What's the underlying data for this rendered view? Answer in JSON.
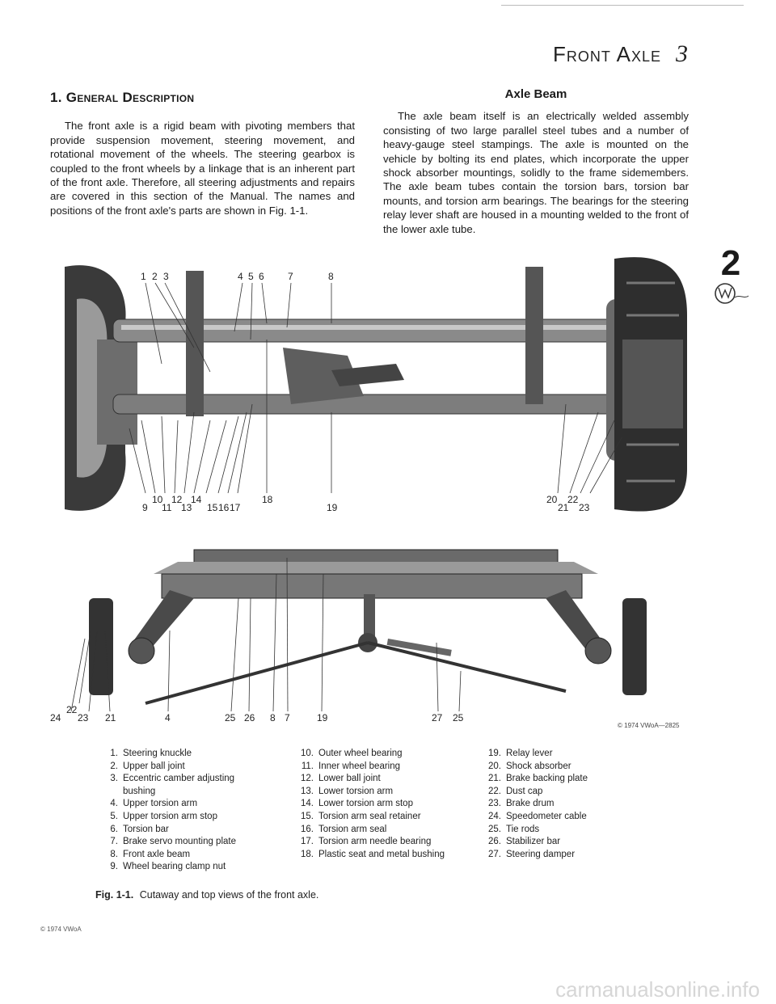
{
  "header": {
    "title": "Front Axle",
    "page_number": "3"
  },
  "section": {
    "title": "1. General Description",
    "body": "The front axle is a rigid beam with pivoting members that provide suspension movement, steering movement, and rotational movement of the wheels. The steering gearbox is coupled to the front wheels by a linkage that is an inherent part of the front axle. Therefore, all steering adjustments and repairs are covered in this section of the Manual. The names and positions of the front axle's parts are shown in Fig. 1-1."
  },
  "subsection": {
    "title": "Axle Beam",
    "body": "The axle beam itself is an electrically welded assembly consisting of two large parallel steel tubes and a number of heavy-gauge steel stampings. The axle is mounted on the vehicle by bolting its end plates, which incorporate the upper shock absorber mountings, solidly to the frame sidemembers. The axle beam tubes contain the torsion bars, torsion bar mounts, and torsion arm bearings. The bearings for the steering relay lever shaft are housed in a mounting welded to the front of the lower axle tube."
  },
  "chapter_tab": {
    "number": "2",
    "logo": "vw-logo-icon"
  },
  "figure": {
    "credit": "© 1974 VWoA—2825",
    "top_view_callouts": [
      "1",
      "2",
      "3",
      "4",
      "5",
      "6",
      "7",
      "8",
      "9",
      "10",
      "11",
      "12",
      "13",
      "14",
      "15",
      "16",
      "17",
      "18",
      "19",
      "20",
      "21",
      "22",
      "23"
    ],
    "bottom_view_callouts": [
      "24",
      "22",
      "23",
      "21",
      "4",
      "25",
      "26",
      "8",
      "7",
      "19",
      "27",
      "25"
    ]
  },
  "legend": [
    [
      {
        "n": "1.",
        "t": "Steering knuckle"
      },
      {
        "n": "2.",
        "t": "Upper ball joint"
      },
      {
        "n": "3.",
        "t": "Eccentric camber adjusting bushing"
      },
      {
        "n": "4.",
        "t": "Upper torsion arm"
      },
      {
        "n": "5.",
        "t": "Upper torsion arm stop"
      },
      {
        "n": "6.",
        "t": "Torsion bar"
      },
      {
        "n": "7.",
        "t": "Brake servo mounting plate"
      },
      {
        "n": "8.",
        "t": "Front axle beam"
      },
      {
        "n": "9.",
        "t": "Wheel bearing clamp nut"
      }
    ],
    [
      {
        "n": "10.",
        "t": "Outer wheel bearing"
      },
      {
        "n": "11.",
        "t": "Inner wheel bearing"
      },
      {
        "n": "12.",
        "t": "Lower ball joint"
      },
      {
        "n": "13.",
        "t": "Lower torsion arm"
      },
      {
        "n": "14.",
        "t": "Lower torsion arm stop"
      },
      {
        "n": "15.",
        "t": "Torsion arm seal retainer"
      },
      {
        "n": "16.",
        "t": "Torsion arm seal"
      },
      {
        "n": "17.",
        "t": "Torsion arm needle bearing"
      },
      {
        "n": "18.",
        "t": "Plastic seat and metal bushing"
      }
    ],
    [
      {
        "n": "19.",
        "t": "Relay lever"
      },
      {
        "n": "20.",
        "t": "Shock absorber"
      },
      {
        "n": "21.",
        "t": "Brake backing plate"
      },
      {
        "n": "22.",
        "t": "Dust cap"
      },
      {
        "n": "23.",
        "t": "Brake drum"
      },
      {
        "n": "24.",
        "t": "Speedometer cable"
      },
      {
        "n": "25.",
        "t": "Tie rods"
      },
      {
        "n": "26.",
        "t": "Stabilizer bar"
      },
      {
        "n": "27.",
        "t": "Steering damper"
      }
    ]
  ],
  "caption": {
    "label": "Fig. 1-1.",
    "text": "Cutaway and top views of the front axle."
  },
  "copyright": "© 1974 VWoA",
  "watermark": "carmanualsonline.info"
}
